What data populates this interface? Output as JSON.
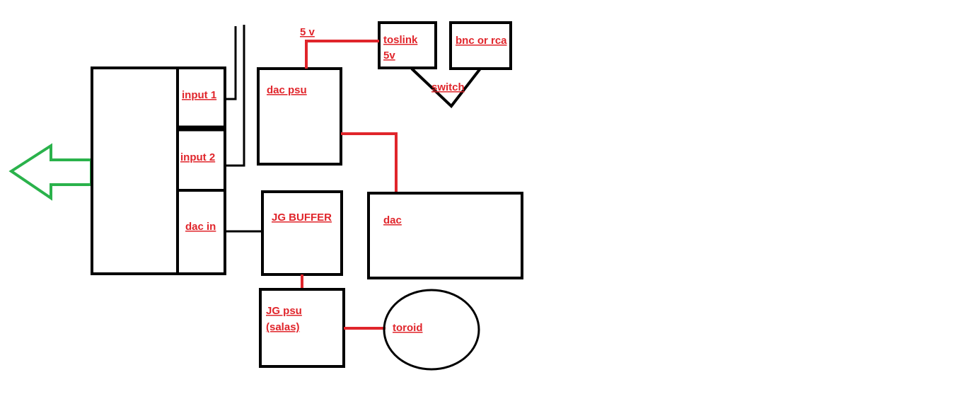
{
  "colors": {
    "outline": "#000000",
    "wire": "#e0252b",
    "label": "#e0252b",
    "arrow": "#2ab24b"
  },
  "labels": {
    "input1": "input 1",
    "input2": "input 2",
    "dac_in": "dac in",
    "dac_psu": "dac psu",
    "five_v": "5 v",
    "toslink_line1": "toslink",
    "toslink_line2": "5v",
    "bnc_or_rca": "bnc or rca",
    "switch": "switch",
    "jg_buffer": "JG BUFFER",
    "dac": "dac",
    "jg_psu_line1": "JG psu",
    "jg_psu_line2": "(salas)",
    "toroid": "toroid"
  }
}
